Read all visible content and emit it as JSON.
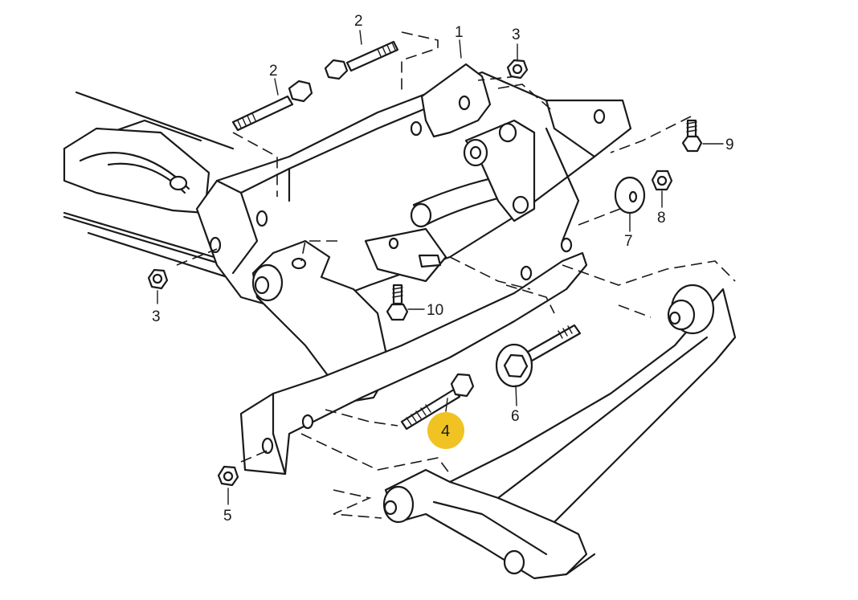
{
  "diagram": {
    "highlight_color": "#F0C323",
    "line_color": "#1a1a1a",
    "callouts": [
      {
        "id": "1",
        "label": "1"
      },
      {
        "id": "2a",
        "label": "2"
      },
      {
        "id": "2b",
        "label": "2"
      },
      {
        "id": "3a",
        "label": "3"
      },
      {
        "id": "3b",
        "label": "3"
      },
      {
        "id": "4",
        "label": "4",
        "highlighted": true
      },
      {
        "id": "5",
        "label": "5"
      },
      {
        "id": "6",
        "label": "6"
      },
      {
        "id": "7",
        "label": "7"
      },
      {
        "id": "8",
        "label": "8"
      },
      {
        "id": "9",
        "label": "9"
      },
      {
        "id": "10",
        "label": "10"
      }
    ]
  }
}
